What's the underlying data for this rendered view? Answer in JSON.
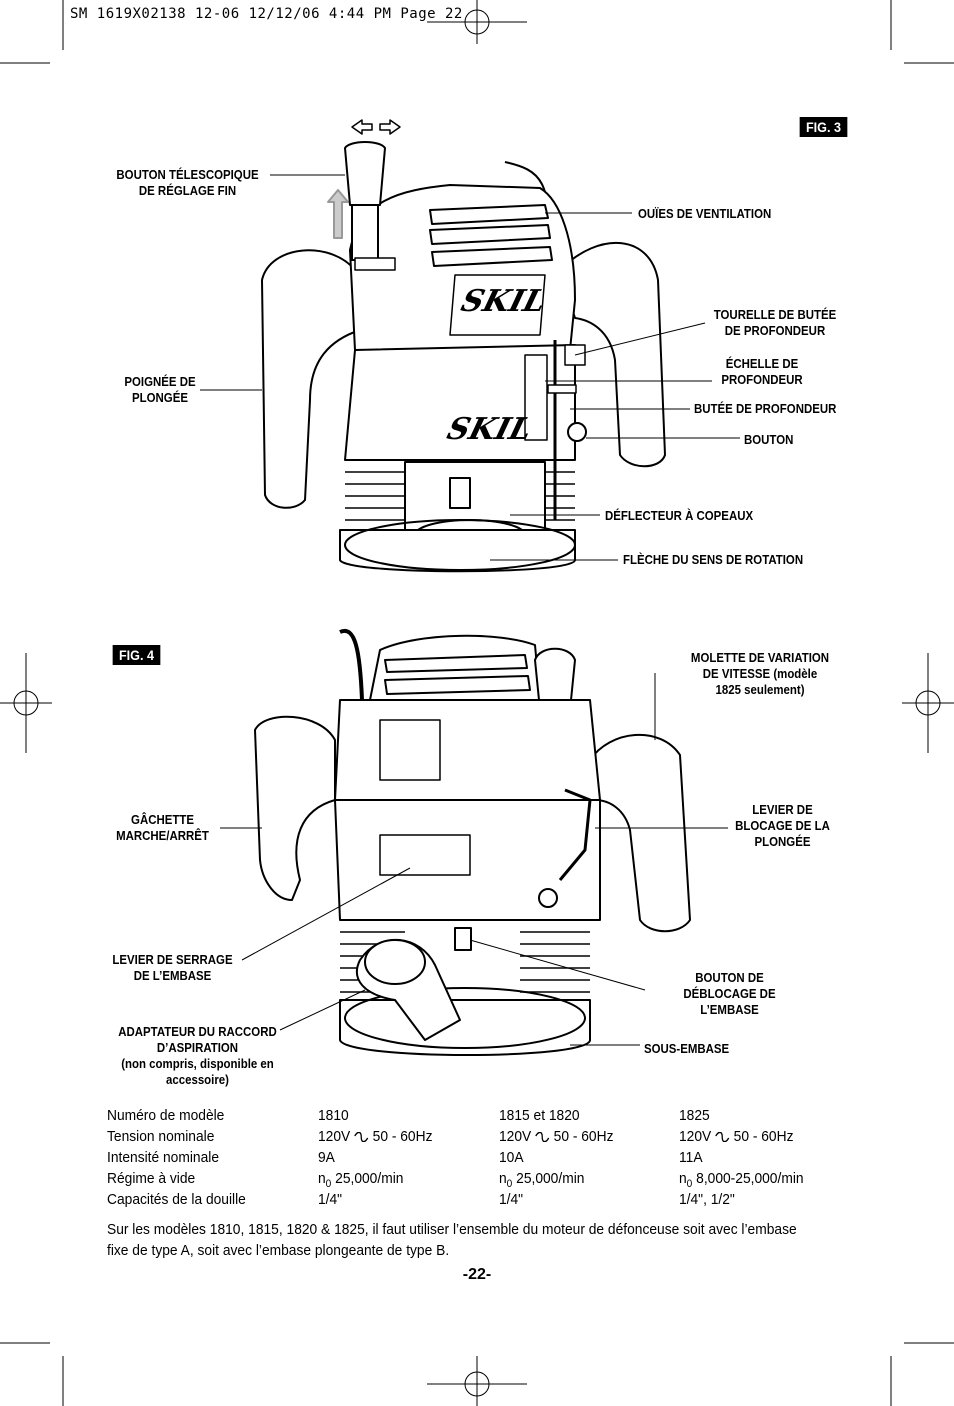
{
  "header": {
    "text": "SM 1619X02138 12-06  12/12/06  4:44 PM  Page 22"
  },
  "fig3": {
    "tag": "FIG. 3",
    "labels": {
      "fine_knob_1": "BOUTON TÉLESCOPIQUE",
      "fine_knob_2": "DE RÉGLAGE FIN",
      "vents": "OUÏES DE VENTILATION",
      "turret_1": "TOURELLE DE BUTÉE",
      "turret_2": "DE PROFONDEUR",
      "handle_1": "POIGNÉE DE",
      "handle_2": "PLONGÉE",
      "scale_1": "ÉCHELLE DE",
      "scale_2": "PROFONDEUR",
      "stop": "BUTÉE DE PROFONDEUR",
      "knob": "BOUTON",
      "deflector": "DÉFLECTEUR À COPEAUX",
      "arrow": "FLÈCHE DU SENS DE ROTATION"
    },
    "logo": "SKIL"
  },
  "fig4": {
    "tag": "FIG. 4",
    "labels": {
      "speed_1": "MOLETTE DE VARIATION",
      "speed_2": "DE VITESSE (modèle",
      "speed_3": "1825 seulement)",
      "trigger_1": "GÂCHETTE",
      "trigger_2": "MARCHE/ARRÊT",
      "lock_1": "LEVIER DE",
      "lock_2": "BLOCAGE DE LA",
      "lock_3": "PLONGÉE",
      "clamp_1": "LEVIER DE SERRAGE",
      "clamp_2": "DE L’EMBASE",
      "release_1": "BOUTON DE",
      "release_2": "DÉBLOCAGE DE",
      "release_3": "L’EMBASE",
      "adapter_1": "ADAPTATEUR DU RACCORD",
      "adapter_2": "D’ASPIRATION",
      "adapter_3": "(non compris, disponible en",
      "adapter_4": "accessoire)",
      "subbase": "SOUS-EMBASE"
    }
  },
  "specs": {
    "rows": [
      {
        "label": "Numéro de modèle",
        "c1": "1810",
        "c2": "1815 et 1820",
        "c3": "1825"
      },
      {
        "label": "Tension nominale",
        "c1a": "120V",
        "c1b": "50 - 60Hz",
        "c2a": "120V",
        "c2b": "50 - 60Hz",
        "c3a": "120V",
        "c3b": "50 - 60Hz"
      },
      {
        "label": "Intensité nominale",
        "c1": "9A",
        "c2": "10A",
        "c3": "11A"
      },
      {
        "label": "Régime à vide",
        "n": "n",
        "sub": "0",
        "c1": "25,000/min",
        "c2": "25,000/min",
        "c3": "8,000-25,000/min"
      },
      {
        "label": "Capacités de la douille",
        "c1": "1/4\"",
        "c2": "1/4\"",
        "c3": "1/4\", 1/2\""
      }
    ]
  },
  "note": "Sur les modèles 1810, 1815, 1820 & 1825, il faut utiliser l’ensemble du moteur de défonceuse soit avec l’embase fixe de type A, soit avec l’embase plongeante de type B.",
  "page_number": "-22-"
}
